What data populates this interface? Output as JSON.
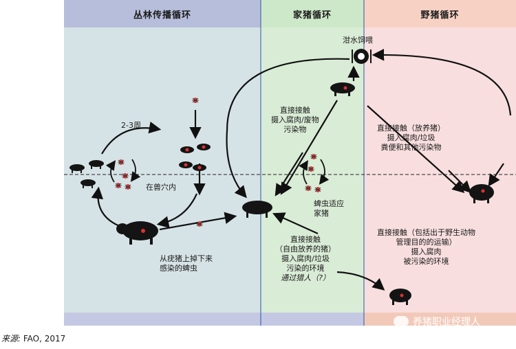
{
  "headers": {
    "sylvatic": "丛林传播循环",
    "domestic": "家猪循环",
    "wild": "野猪循环"
  },
  "labels": {
    "swill_feeding": "泔水饲喂",
    "weeks": "2-3周",
    "in_burrow": "在兽穴内",
    "tick_from_warthog": [
      "从疣猪上掉下来",
      "感染的蜱虫"
    ],
    "domestic_contact": [
      "直接接触",
      "摄入腐肉/废物",
      "污染物"
    ],
    "tick_adapted": [
      "蜱虫适应",
      "家猪"
    ],
    "free_range_contact": [
      "直接接触",
      "（自由放养的猪）",
      "摄入腐肉/垃圾",
      "污染的环境"
    ],
    "via_hunters": "通过猎人（?）",
    "free_range_wild_contact": [
      "直接接触（放养猪）",
      "摄入腐肉/垃圾",
      "粪便和其他污染物"
    ],
    "wild_boar_contact": [
      "直接接触（包括出于野生动物",
      "管理目的的运输）",
      "摄入腐肉",
      "被污染的环境"
    ]
  },
  "colors": {
    "sylvatic_bg": "#d6e3e6",
    "sylvatic_header": "#b7bedb",
    "domestic_bg": "#d9ecd6",
    "domestic_header": "#cde8c8",
    "wild_bg": "#f8dede",
    "wild_header": "#f7d2c4",
    "bottom_band": "#c5c8e3",
    "animal": "#141414",
    "infection_dot": "#e03030"
  },
  "icons": [
    "warthog-icon",
    "pig-icon",
    "wild-boar-icon",
    "tick-icon",
    "piglet-icon",
    "dinner-plate-icon"
  ],
  "source": {
    "prefix": "来源:",
    "text": "FAO, 2017"
  },
  "watermark": "养猪职业经理人"
}
